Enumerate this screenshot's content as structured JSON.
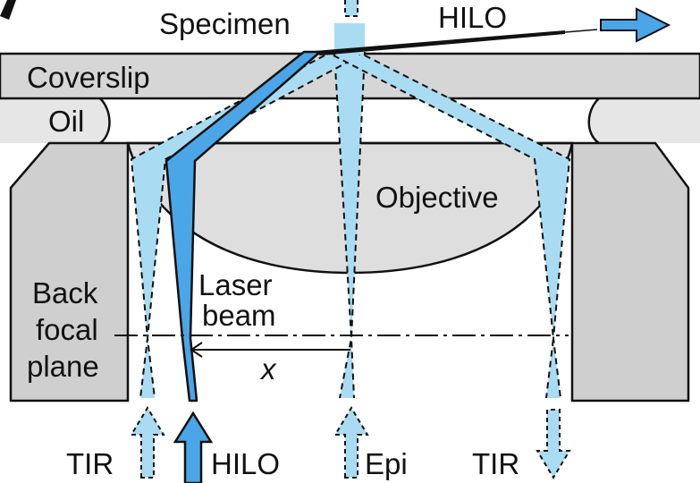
{
  "labels": {
    "specimen": "Specimen",
    "hilo_top": "HILO",
    "coverslip": "Coverslip",
    "oil": "Oil",
    "objective": "Objective",
    "back_focal_plane": [
      "Back",
      "focal",
      "plane"
    ],
    "laser_beam": [
      "Laser",
      "beam"
    ],
    "x": "x",
    "tir_left": "TIR",
    "hilo_bottom": "HILO",
    "epi": "Epi",
    "tir_right": "TIR"
  },
  "colors": {
    "beam_light": "#a9dcf2",
    "beam_dark": "#4aa6e6",
    "gray_mount": "#cfcfcf",
    "gray_lens": "#dedede",
    "coverslip": "#d6d6d6",
    "oil": "#e6e6e6",
    "outline": "#111111"
  }
}
